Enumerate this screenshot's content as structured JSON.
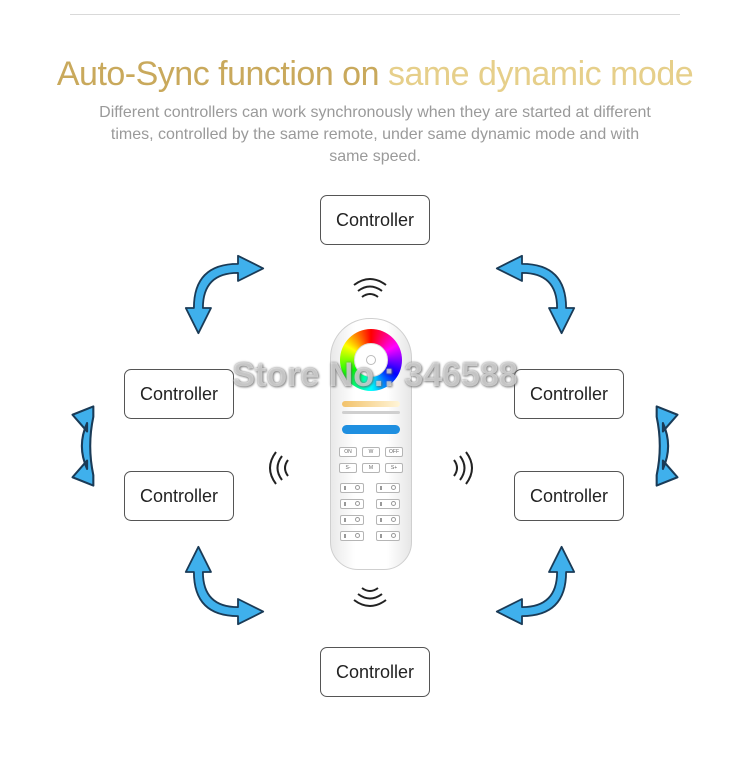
{
  "title": {
    "part1": "Auto-Sync function on ",
    "part2": "same dynamic mode"
  },
  "subtitle": "Different controllers can work synchronously when they are started at different times, controlled by the same remote, under same dynamic mode and with same speed.",
  "controllers": {
    "top": "Controller",
    "left_upper": "Controller",
    "right_upper": "Controller",
    "left_lower": "Controller",
    "right_lower": "Controller",
    "bottom": "Controller"
  },
  "remote": {
    "on_label": "ON",
    "w_label": "W",
    "off_label": "OFF",
    "s_minus_label": "S-",
    "m_label": "M",
    "s_plus_label": "S+"
  },
  "watermark": "Store No.: 346588",
  "colors": {
    "title_primary": "#c9a95c",
    "title_secondary": "#e6cf8a",
    "arrow_fill": "#3fb0ec",
    "arrow_stroke": "#1a3b57"
  }
}
